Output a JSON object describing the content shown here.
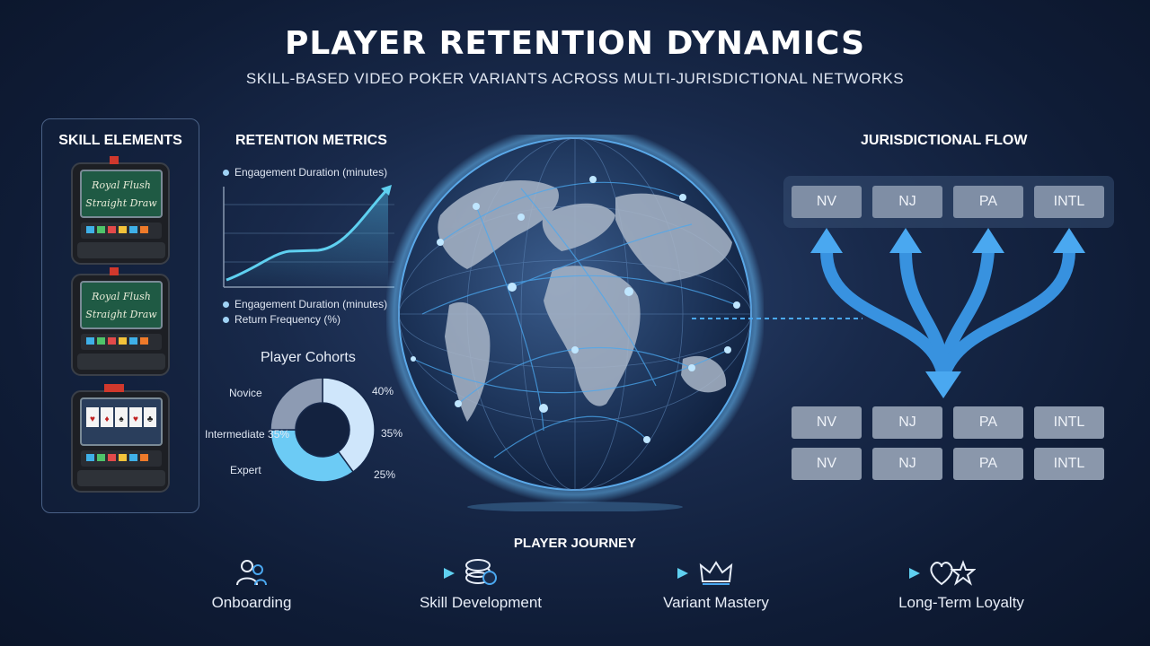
{
  "header": {
    "title": "PLAYER RETENTION DYNAMICS",
    "subtitle": "SKILL-BASED VIDEO POKER VARIANTS ACROSS MULTI-JURISDICTIONAL NETWORKS"
  },
  "skill_elements": {
    "title": "SKILL ELEMENTS",
    "machines": [
      {
        "line1": "Royal Flush",
        "line2": "Straight Draw"
      },
      {
        "line1": "Royal Flush",
        "line2": "Straight Draw"
      },
      {
        "line1": "",
        "line2": ""
      }
    ]
  },
  "retention_metrics": {
    "title": "RETENTION METRICS",
    "top_legend": "Engagement Duration (minutes)",
    "legend": [
      "Engagement Duration (minutes)",
      "Return Frequency (%)"
    ]
  },
  "cohorts": {
    "title": "Player Cohorts",
    "segments": [
      {
        "name": "Novice",
        "label": "40%",
        "value": 40,
        "color": "#cfe6fb"
      },
      {
        "name": "Intermediate 35%",
        "label": "35%",
        "value": 35,
        "color": "#6ccbf5"
      },
      {
        "name": "Expert",
        "label": "25%",
        "value": 25,
        "color": "#8d9bb3"
      }
    ]
  },
  "jurisdictional_flow": {
    "title": "JURISDICTIONAL FLOW",
    "top": [
      "NV",
      "NJ",
      "PA",
      "INTL"
    ],
    "row1": [
      "NV",
      "NJ",
      "PA",
      "INTL"
    ],
    "row2": [
      "NV",
      "NJ",
      "PA",
      "INTL"
    ]
  },
  "journey": {
    "title": "PLAYER JOURNEY",
    "steps": [
      {
        "label": "Onboarding",
        "icon": "users-icon"
      },
      {
        "label": "Skill Development",
        "icon": "poker-chips-icon"
      },
      {
        "label": "Variant Mastery",
        "icon": "crown-icon"
      },
      {
        "label": "Long-Term Loyalty",
        "icon": "heart-star-icon"
      }
    ]
  },
  "colors": {
    "accent": "#4aa8f0",
    "line": "#5fd0f0",
    "arrow": "#3a98e8"
  }
}
